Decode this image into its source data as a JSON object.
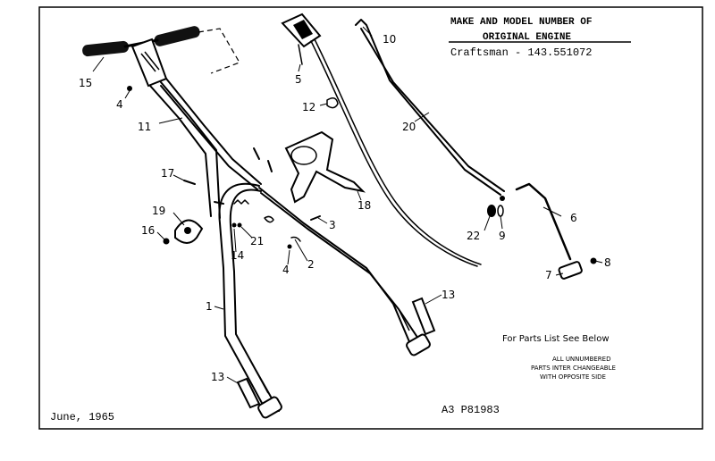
{
  "header": {
    "title_line1": "MAKE AND MODEL NUMBER OF",
    "title_line2": "ORIGINAL ENGINE",
    "engine_model": "Craftsman - 143.551072"
  },
  "notes": {
    "parts_list": "For Parts List See Below",
    "unnumbered_line1": "ALL UNNUMBERED",
    "unnumbered_line2": "PARTS INTER CHANGEABLE",
    "unnumbered_line3": "WITH OPPOSITE SIDE"
  },
  "footer": {
    "date": "June, 1965",
    "drawing_number": "A3 P81983"
  },
  "part_labels": {
    "p1": "1",
    "p2": "2",
    "p3": "3",
    "p4a": "4",
    "p4b": "4",
    "p5": "5",
    "p6": "6",
    "p7": "7",
    "p8": "8",
    "p9": "9",
    "p10": "10",
    "p11": "11",
    "p12": "12",
    "p13a": "13",
    "p13b": "13",
    "p14": "14",
    "p15": "15",
    "p16": "16",
    "p17": "17",
    "p18": "18",
    "p19": "19",
    "p20": "20",
    "p21": "21",
    "p22": "22"
  }
}
